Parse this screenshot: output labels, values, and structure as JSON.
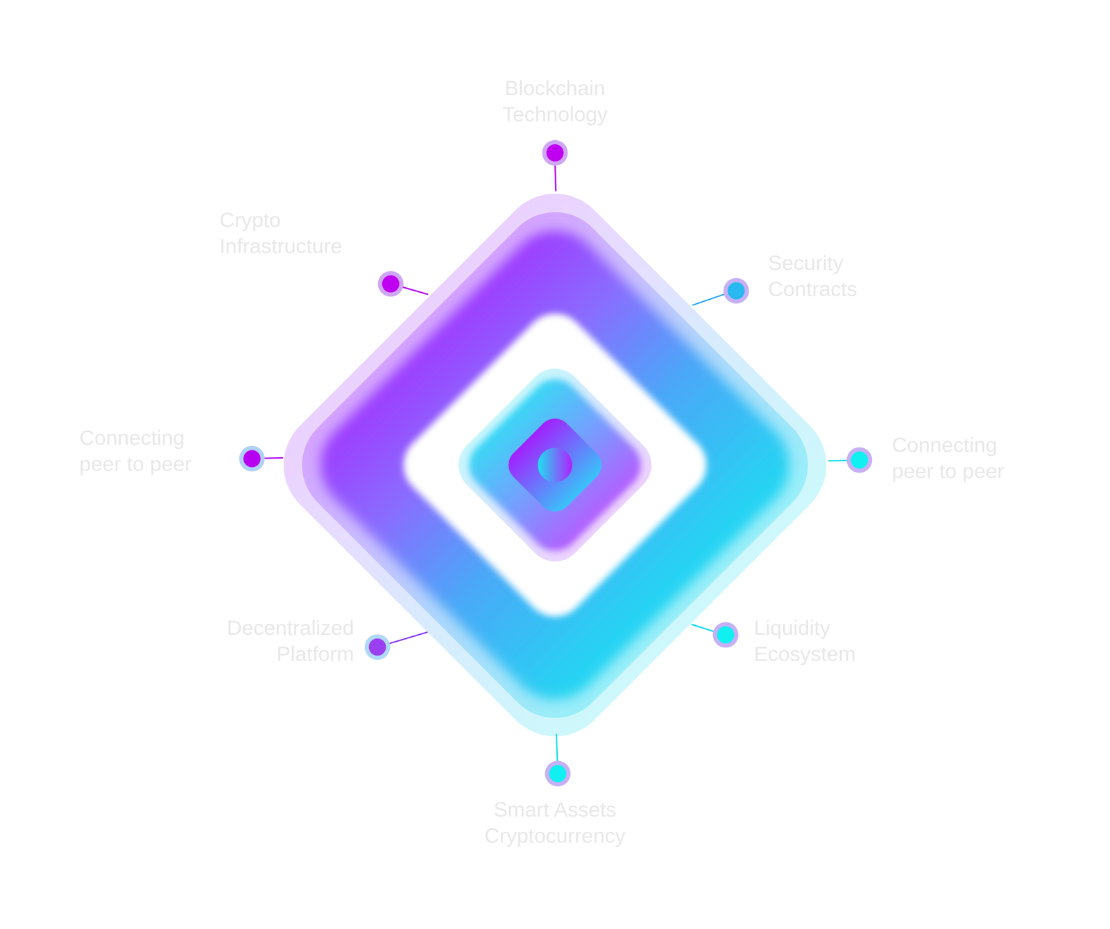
{
  "diagram": {
    "labels": [
      "Blockchain Technology",
      "Crypto Infrastructure",
      "Security Contracts",
      "Connecting peer to peer",
      "Connecting peer to peer",
      "Decentralized Platform",
      "Liquidity Ecosystem",
      "Smart Assets Cryptocurrency"
    ]
  }
}
